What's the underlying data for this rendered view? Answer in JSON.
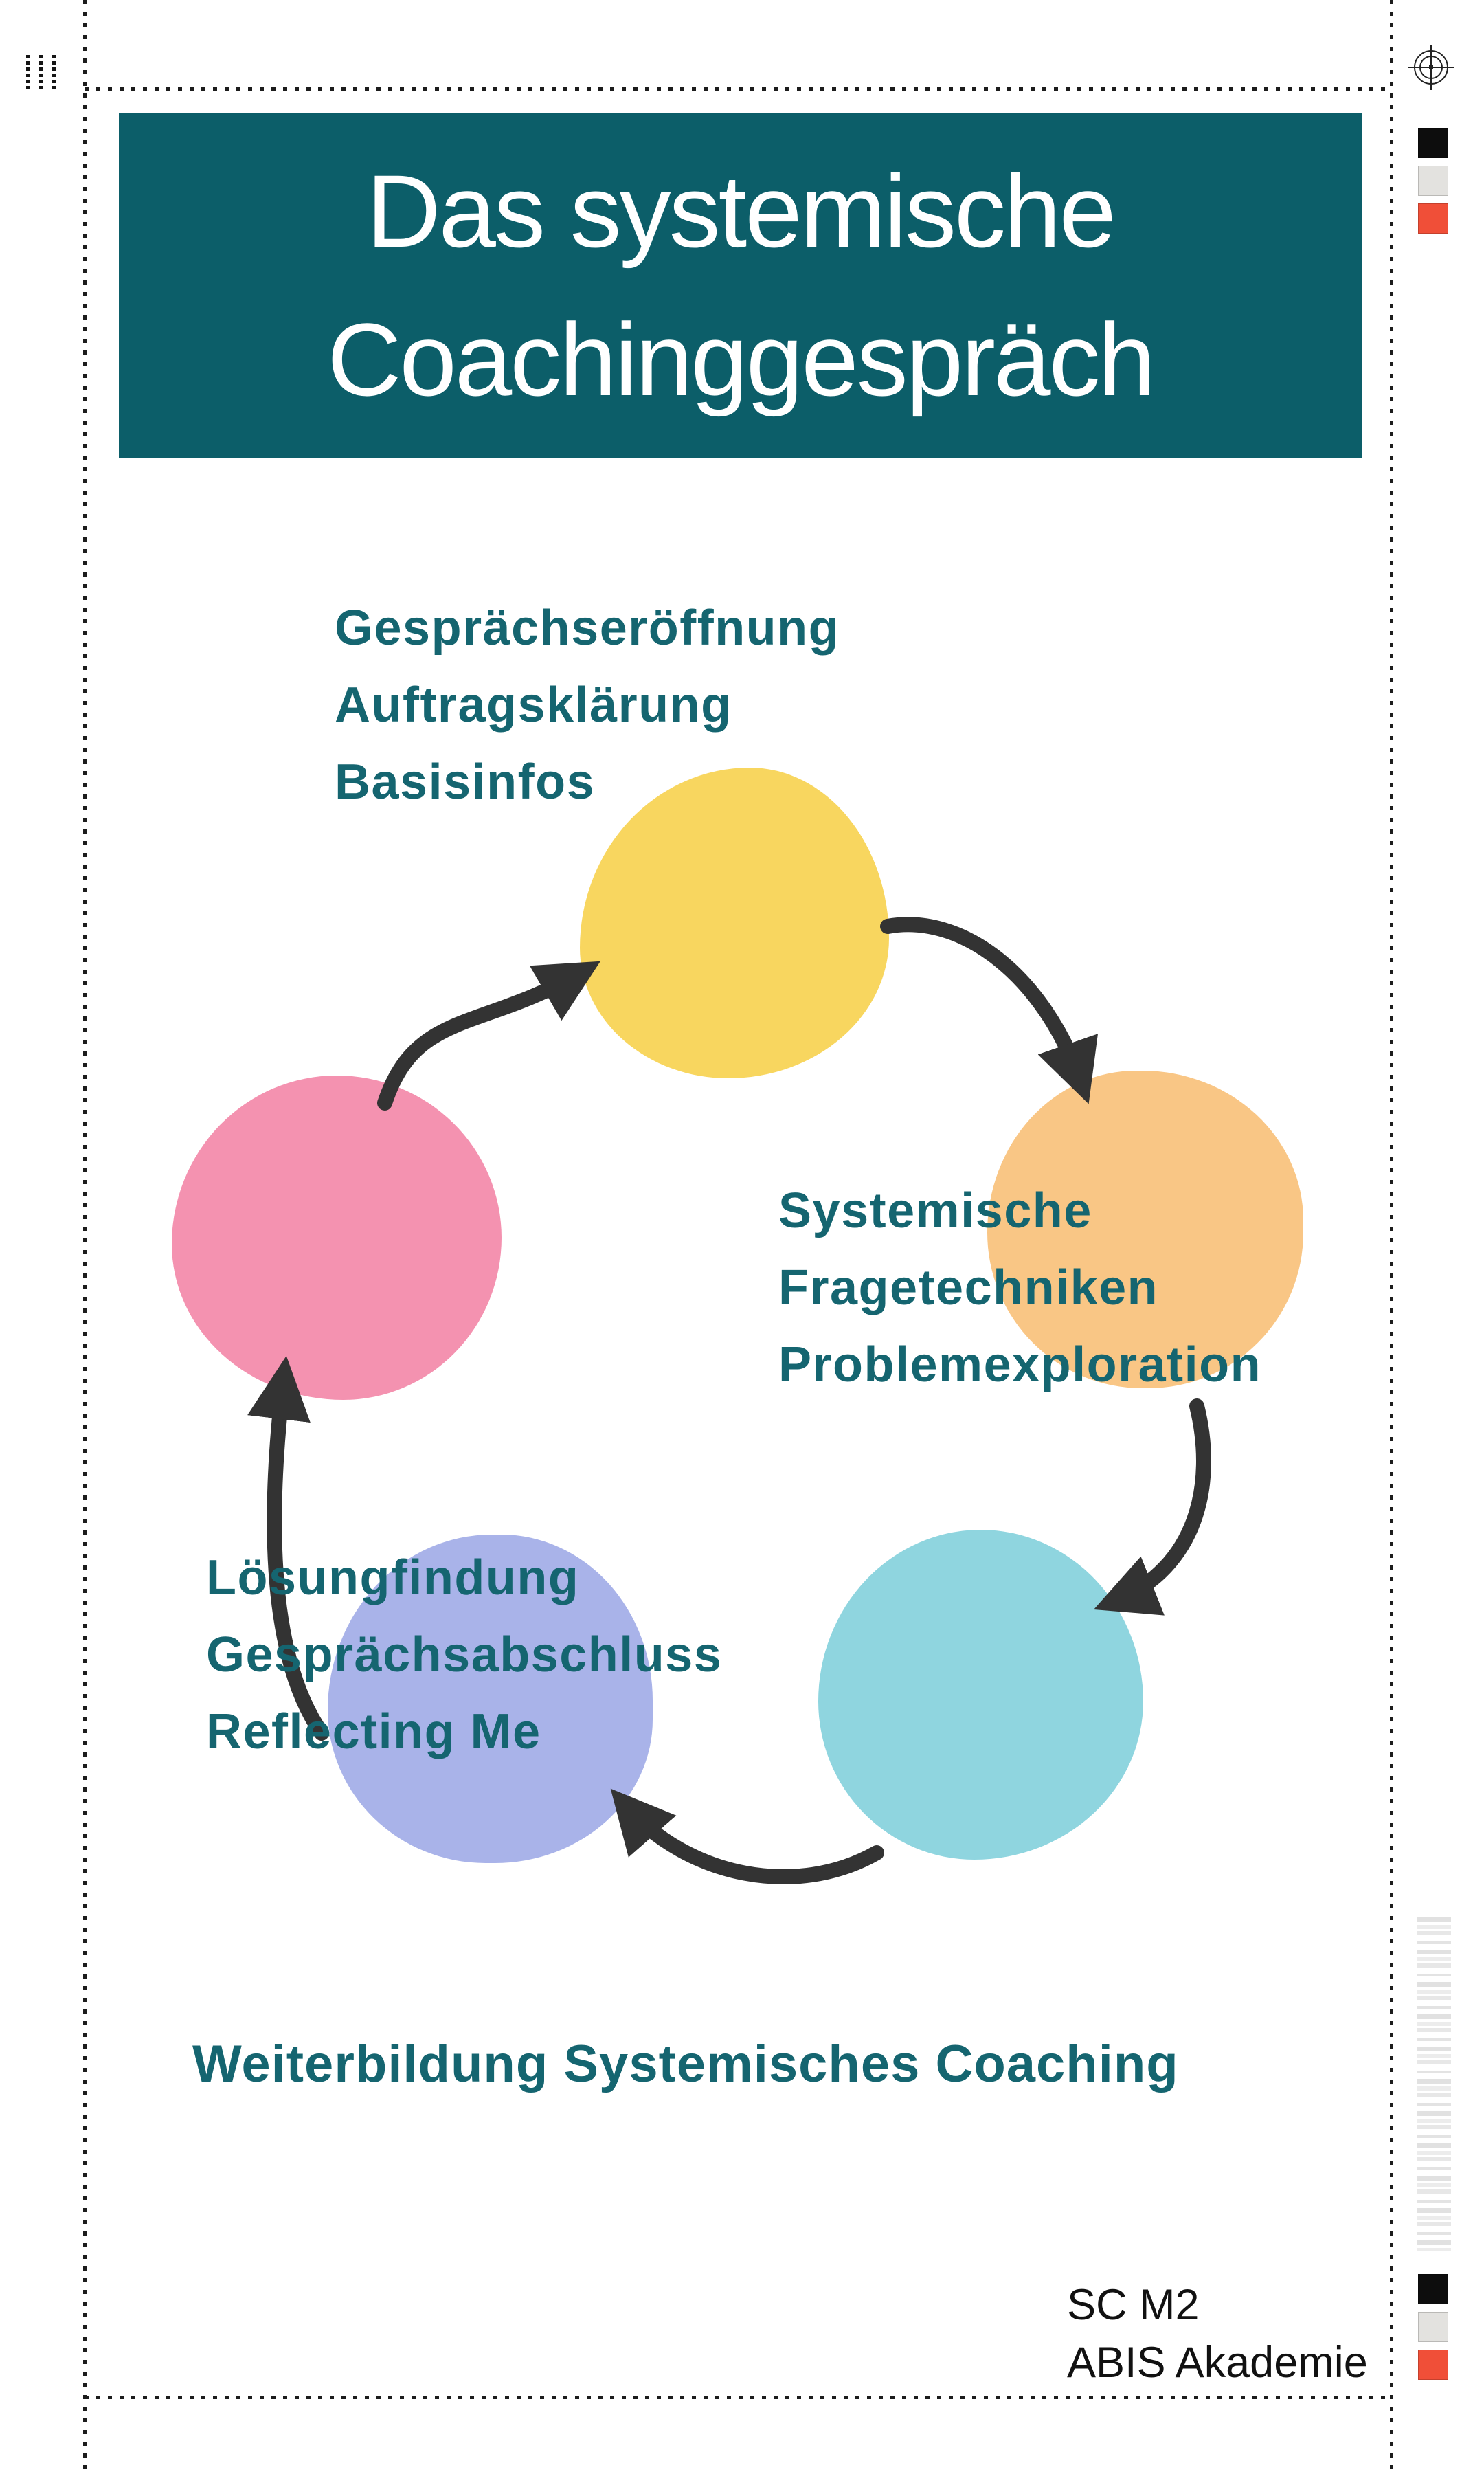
{
  "header": {
    "title_line1": "Das systemische",
    "title_line2": "Coachinggespräch"
  },
  "labels": {
    "phase1": {
      "line1": "Gesprächseröffnung",
      "line2": "Auftragsklärung",
      "line3": "Basisinfos"
    },
    "phase2": {
      "line1": "Systemische",
      "line2": "Fragetechniken",
      "line3": "Problemexploration"
    },
    "phase3": {
      "line1": "Lösungfindung",
      "line2": "Gesprächsabschluss",
      "line3": "Reflecting Me"
    }
  },
  "footer": {
    "heading": "Weiterbildung Systemisches Coaching",
    "credit_line1": "SC M2",
    "credit_line2": "ABIS Akademie"
  },
  "diagram": {
    "type": "cycle",
    "direction": "clockwise",
    "circle_names": [
      "yellow-top",
      "orange-right",
      "cyan-bottom-right",
      "blue-bottom-left",
      "pink-left"
    ]
  },
  "marks": {
    "registration_mark": "registration-crosshair-icon",
    "corner_dots": "dot-grid-icon",
    "color_bars": [
      "black",
      "gray",
      "red"
    ],
    "barcode": "vertical-barcode"
  },
  "colors": {
    "header_bg": "#0c5e69",
    "header_text": "#ffffff",
    "label_text": "#156570",
    "credit_text": "#111111",
    "circle_yellow": "#f8d65f",
    "circle_orange": "#f9c685",
    "circle_pink": "#f492b0",
    "circle_blue": "#a9b3e9",
    "circle_cyan": "#8fd5df",
    "arrow": "#333333",
    "swatch_black": "#0d0d0d",
    "swatch_gray": "#e3e2df",
    "swatch_red": "#f04f38"
  }
}
